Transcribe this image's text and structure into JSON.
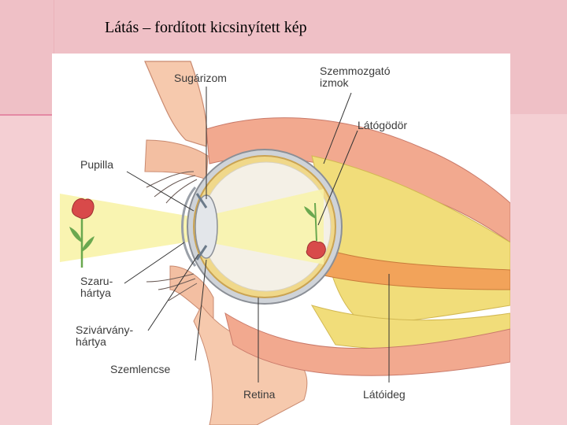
{
  "slide": {
    "title": "Látás – fordított kicsinyített kép"
  },
  "diagram": {
    "labels": {
      "ciliary_muscle": "Sugárizom",
      "eye_muscles": "Szemmozgató izmok",
      "fovea": "Látógödör",
      "pupil": "Pupilla",
      "cornea": "Szaru-hártya",
      "iris": "Szivárvány-hártya",
      "lens": "Szemlencse",
      "retina": "Retina",
      "optic_nerve": "Látóideg"
    },
    "icons": [
      "flower-icon",
      "inverted-flower-icon",
      "eyeball-icon"
    ],
    "colors": {
      "skin": "#f6c3a6",
      "fat": "#f1dd7a",
      "nerve": "#f2a35a",
      "light_cone": "#f8f3a8",
      "flower": "#d84a4a",
      "stem": "#6aa84f"
    }
  }
}
